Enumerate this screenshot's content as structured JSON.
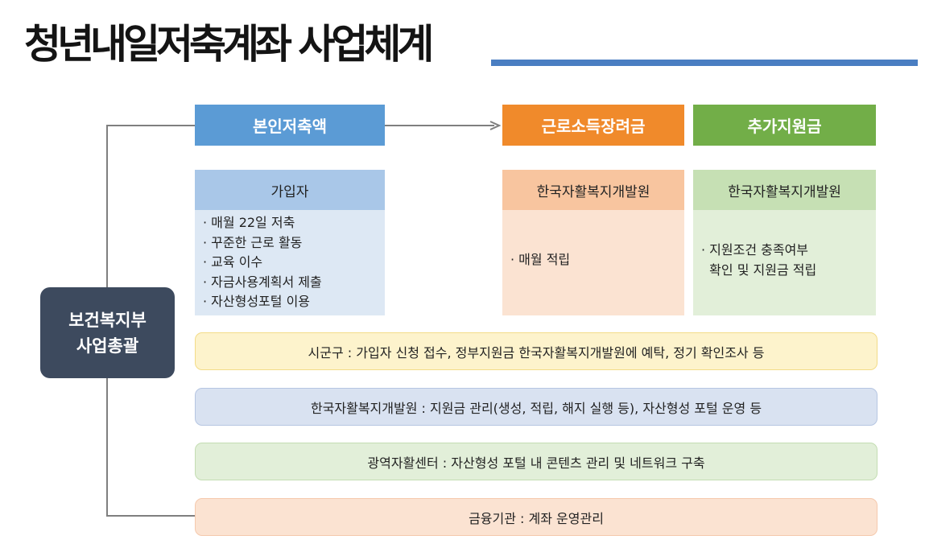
{
  "title": "청년내일저축계좌 사업체계",
  "colors": {
    "title_line": "#4a7ec2",
    "blue_header": "#5b9bd5",
    "orange_header": "#f08a2b",
    "green_header": "#72ae48",
    "center_box": "#3d4a5e"
  },
  "center": {
    "line1": "보건복지부",
    "line2": "사업총괄"
  },
  "columns": {
    "savings": {
      "header": "본인저축액",
      "sub": "가입자",
      "bullets": [
        "· 매월 22일 저축",
        "· 꾸준한 근로 활동",
        "· 교육 이수",
        "· 자금사용계획서 제출",
        "· 자산형성포털 이용"
      ]
    },
    "incentive": {
      "header": "근로소득장려금",
      "sub": "한국자활복지개발원",
      "bullets": [
        "· 매월 적립"
      ]
    },
    "additional": {
      "header": "추가지원금",
      "sub": "한국자활복지개발원",
      "bullets": [
        "· 지원조건 충족여부",
        "  확인 및 지원금 적립"
      ]
    }
  },
  "rows": [
    "시군구 :  가입자 신청 접수, 정부지원금 한국자활복지개발원에 예탁, 정기 확인조사 등",
    "한국자활복지개발원 : 지원금 관리(생성, 적립, 해지 실행 등), 자산형성 포털 운영 등",
    "광역자활센터 : 자산형성 포털 내 콘텐츠 관리 및 네트워크 구축",
    "금융기관 : 계좌 운영관리"
  ]
}
